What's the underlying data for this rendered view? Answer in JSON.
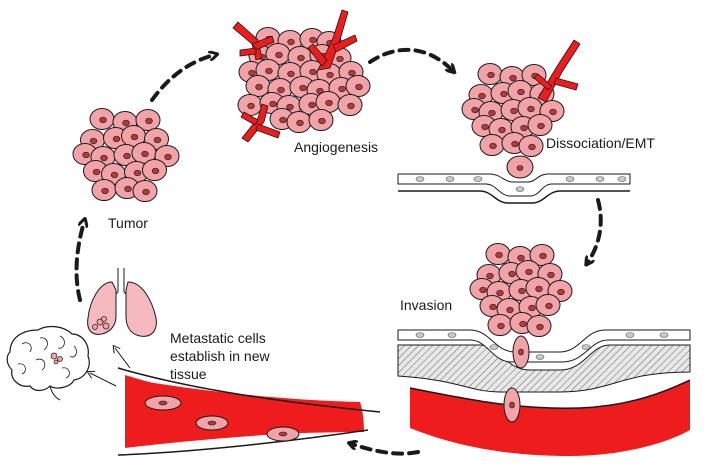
{
  "labels": {
    "angiogenesis": "Angiogenesis",
    "dissociation": "Dissociation/EMT",
    "tumor": "Tumor",
    "invasion": "Invasion",
    "metastatic_line1": "Metastatic cells",
    "metastatic_line2": "establish in new",
    "metastatic_line3": "tissue"
  },
  "colors": {
    "cell_fill": "#f2a3a7",
    "nucleus": "#b03a3f",
    "blood_vessel": "#ee1c1c",
    "lung": "#f6b9bf",
    "outline": "#1a1a1a"
  },
  "icons": [
    "tumor-cluster",
    "blood-vessel-sprout",
    "lungs-icon",
    "brain-icon",
    "blood-vessel",
    "basement-membrane"
  ]
}
